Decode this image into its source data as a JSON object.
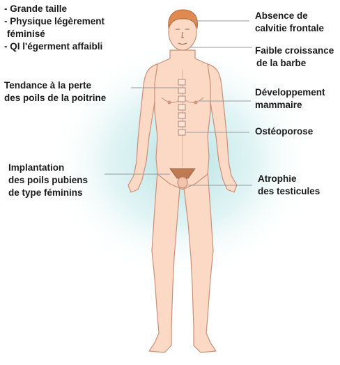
{
  "features_list": [
    "- Grande taille",
    "- Physique légèrement",
    "féminisé",
    "- QI l'égerment affaibli"
  ],
  "labels": {
    "calvitie": [
      "Absence de",
      "calvitie frontale"
    ],
    "barbe": [
      "Faible croissance",
      "de la barbe"
    ],
    "poitrine": [
      "Tendance à la perte",
      "des poils de la poitrine"
    ],
    "mammaire": [
      "Développement",
      "mammaire"
    ],
    "osteoporose": [
      "Ostéoporose"
    ],
    "pubiens": [
      "Implantation",
      "des poils pubiens",
      "de type féminins"
    ],
    "testicules": [
      "Atrophie",
      "des testicules"
    ]
  },
  "colors": {
    "skin": "#fbd9c5",
    "outline": "#c98f78",
    "hair": "#e08a52",
    "glow": "#9fd8dc",
    "leader": "#9a9a9a"
  }
}
